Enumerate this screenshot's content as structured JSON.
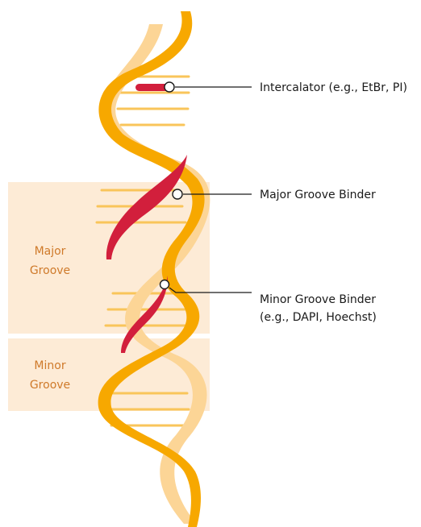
{
  "colors": {
    "strand_front": "#f7a800",
    "strand_back": "#fcd596",
    "base_pair": "#f9c55a",
    "binder": "#d21f3c",
    "groove_box": "#fdebd6",
    "groove_text": "#cf7a2a",
    "callout_text": "#1a1a1a",
    "leader_line": "#1a1a1a"
  },
  "grooves": {
    "major": {
      "line1": "Major",
      "line2": "Groove"
    },
    "minor": {
      "line1": "Minor",
      "line2": "Groove"
    }
  },
  "callouts": {
    "intercalator": {
      "line1": "Intercalator (e.g., EtBr, PI)"
    },
    "major_binder": {
      "line1": "Major Groove Binder"
    },
    "minor_binder": {
      "line1": "Minor Groove Binder",
      "line2": "(e.g., DAPI, Hoechst)"
    }
  }
}
